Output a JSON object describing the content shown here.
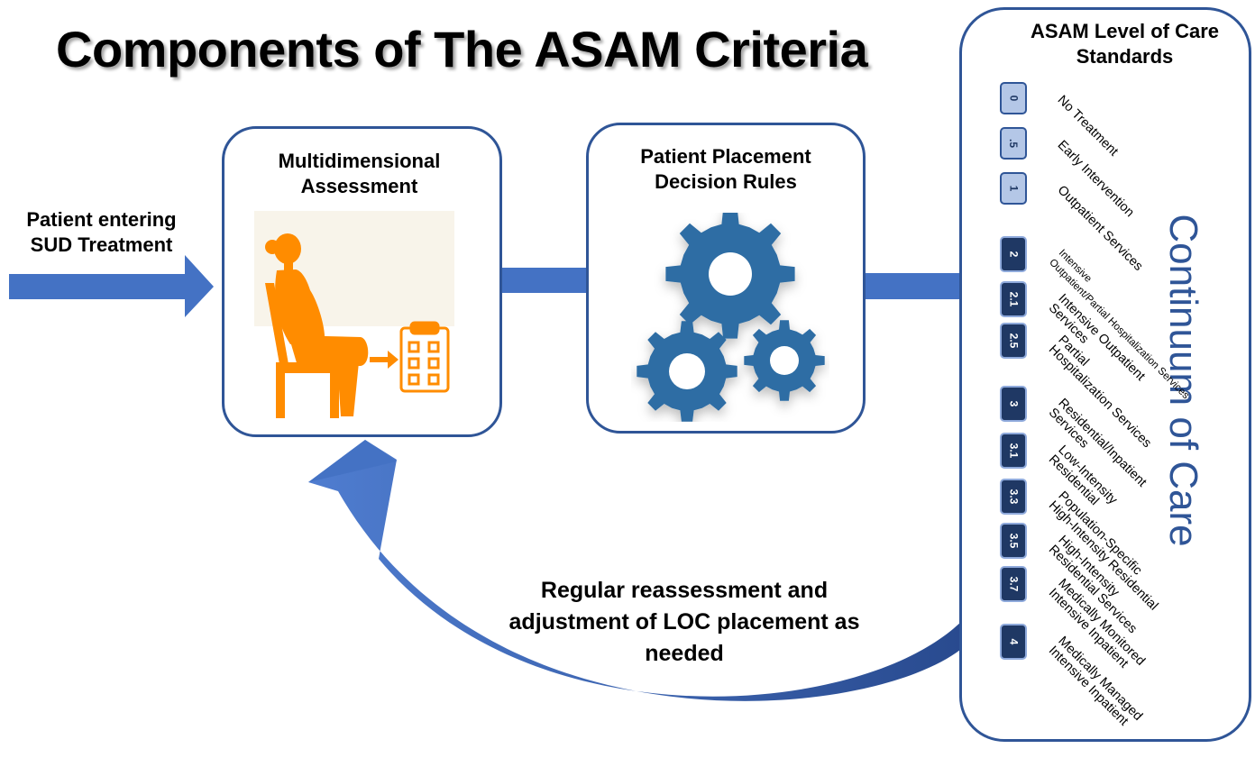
{
  "title": "Components of The ASAM Criteria",
  "entry_label": "Patient entering SUD Treatment",
  "assessment": {
    "title": "Multidimensional Assessment",
    "icon": "seated-patient-checklist-icon"
  },
  "decision": {
    "title": "Patient Placement Decision Rules",
    "icon": "gears-icon"
  },
  "feedback_label": "Regular reassessment and adjustment of LOC placement as needed",
  "continuum": {
    "header": "ASAM Level of Care Standards",
    "vertical_title": "Continuum of Care",
    "levels": [
      {
        "code": "0",
        "label": "No Treatment"
      },
      {
        "code": ".5",
        "label": "Early Intervention"
      },
      {
        "code": "1",
        "label": "Outpatient Services"
      },
      {
        "code": "2",
        "label": "Intensive Outpatient/Partial Hospitalization Services"
      },
      {
        "code": "2.1",
        "label": "Intensive Outpatient Services"
      },
      {
        "code": "2.5",
        "label": "Partial Hospitalization Services"
      },
      {
        "code": "3",
        "label": "Residential/Inpatient Services"
      },
      {
        "code": "3.1",
        "label": "Low-Intensity Residential"
      },
      {
        "code": "3.3",
        "label": "Population-Specific High-Intensity Residential"
      },
      {
        "code": "3.5",
        "label": "High-Intensity Residential Services"
      },
      {
        "code": "3.7",
        "label": "Medically Monitored Intensive Inpatient"
      },
      {
        "code": "4",
        "label": "Medically Managed Intensive Inpatient"
      }
    ]
  },
  "colors": {
    "arrow": "#4472C4",
    "box_border": "#2F5597",
    "gear": "#2E6DA4",
    "figure": "#FF8C00",
    "node_light": "#B4C7E7",
    "node_dark": "#1F3864"
  }
}
